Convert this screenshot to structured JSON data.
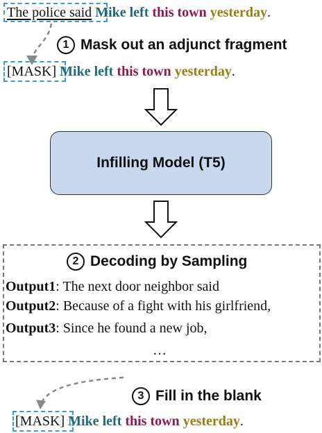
{
  "original_sentence": {
    "adjunct": "The police said",
    "mike": "Mike",
    "left": "left",
    "this_town": "this town",
    "yesterday": "yesterday",
    "period": "."
  },
  "step1": {
    "number": "1",
    "label": "Mask out an adjunct fragment"
  },
  "masked_sentence": {
    "mask": "[MASK]",
    "mike": "Mike",
    "left": "left",
    "this_town": "this town",
    "yesterday": "yesterday",
    "period": "."
  },
  "model": {
    "label": "Infilling Model (T5)"
  },
  "step2": {
    "number": "2",
    "label": "Decoding by Sampling"
  },
  "outputs": [
    {
      "name": "Output1",
      "sep": ":",
      "text": "The next door neighbor said"
    },
    {
      "name": "Output2",
      "sep": ":",
      "text": "Because of a fight with his girlfriend,"
    },
    {
      "name": "Output3",
      "sep": ":",
      "text": "Since he found a new job,"
    }
  ],
  "ellipsis": "…",
  "step3": {
    "number": "3",
    "label": "Fill in the blank"
  },
  "final_sentence": {
    "mask": "[MASK]",
    "mike": "Mike",
    "left": "left",
    "this_town": "this town",
    "yesterday": "yesterday",
    "period": "."
  },
  "colors": {
    "mike_left": "#1f6a7a",
    "this_town": "#8e1b4e",
    "yesterday": "#9a7d12",
    "mask_box": "#3a9ad9",
    "model_fill": "#c8d8ee"
  }
}
